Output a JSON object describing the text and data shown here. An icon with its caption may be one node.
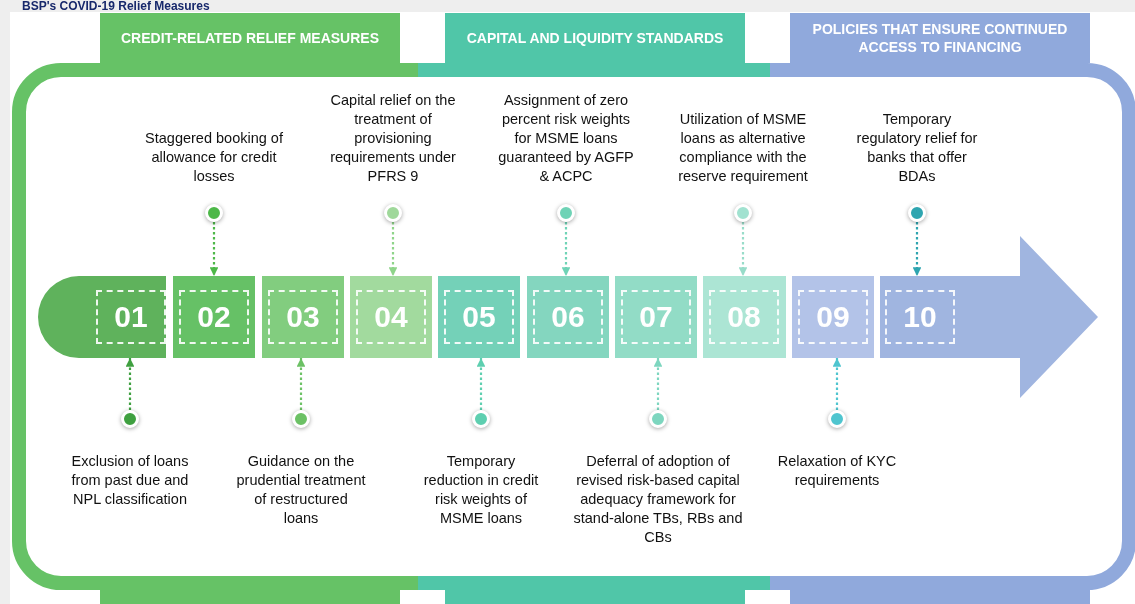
{
  "diagram": {
    "title": "BSP's COVID-19 Relief Measures",
    "nodes": [
      {
        "text": [
          "CREDIT-RELATED RELIEF MEASURES"
        ]
      },
      {
        "text": [
          "CAPITAL AND LIQUIDITY STANDARDS"
        ]
      },
      {
        "text": [
          "POLICIES THAT ENSURE CONTINUED ACCESS TO FINANCING"
        ]
      },
      {
        "text": [
          "Staggered booking of allowance for credit losses"
        ]
      },
      {
        "text": [
          "Capital relief on the treatment of provisioning requirements under PFRS 9"
        ]
      },
      {
        "text": [
          "Assignment of zero percent risk weights for MSME loans guaranteed by AGFP & ACPC"
        ]
      },
      {
        "text": [
          "Utilization of MSME loans as alternative compliance with the reserve requirement"
        ]
      },
      {
        "text": [
          "Temporary regulatory relief for banks that offer BDAs"
        ]
      },
      {
        "text": [
          "01"
        ]
      },
      {
        "text": [
          "02"
        ]
      },
      {
        "text": [
          "03"
        ]
      },
      {
        "text": [
          "04"
        ]
      },
      {
        "text": [
          "05"
        ]
      },
      {
        "text": [
          "06"
        ]
      },
      {
        "text": [
          "07"
        ]
      },
      {
        "text": [
          "08"
        ]
      },
      {
        "text": [
          "09"
        ]
      },
      {
        "text": [
          "10"
        ]
      },
      {
        "text": [
          "Exclusion of loans from past due and NPL classification"
        ]
      },
      {
        "text": [
          "Guidance on the prudential treatment of restructured loans"
        ]
      },
      {
        "text": [
          "Temporary reduction in credit risk weights of MSME loans"
        ]
      },
      {
        "text": [
          "Deferral of adoption of revised risk-based capital adequacy framework for stand-alone TBs, RBs and CBs"
        ]
      },
      {
        "text": [
          "Relaxation of KYC requirements"
        ]
      }
    ],
    "edges": [
      {
        "from": 18,
        "to": 8,
        "arrow": "to",
        "style": "dashed",
        "color": "#3fa040"
      },
      {
        "from": 3,
        "to": 9,
        "arrow": "to",
        "style": "dashed",
        "color": "#4db848"
      },
      {
        "from": 19,
        "to": 10,
        "arrow": "to",
        "style": "dashed",
        "color": "#6cc165"
      },
      {
        "from": 4,
        "to": 11,
        "arrow": "to",
        "style": "dashed",
        "color": "#8fd48a"
      },
      {
        "from": 20,
        "to": 12,
        "arrow": "to",
        "style": "dashed",
        "color": "#5ecfb0"
      },
      {
        "from": 5,
        "to": 13,
        "arrow": "to",
        "style": "dashed",
        "color": "#6fd3b6"
      },
      {
        "from": 21,
        "to": 14,
        "arrow": "to",
        "style": "dashed",
        "color": "#7dd6bf"
      },
      {
        "from": 6,
        "to": 15,
        "arrow": "to",
        "style": "dashed",
        "color": "#98dcc9"
      },
      {
        "from": 22,
        "to": 16,
        "arrow": "to",
        "style": "dashed",
        "color": "#4fc5cf"
      },
      {
        "from": 7,
        "to": 17,
        "arrow": "to",
        "style": "dashed",
        "color": "#2ea5b0"
      }
    ]
  }
}
